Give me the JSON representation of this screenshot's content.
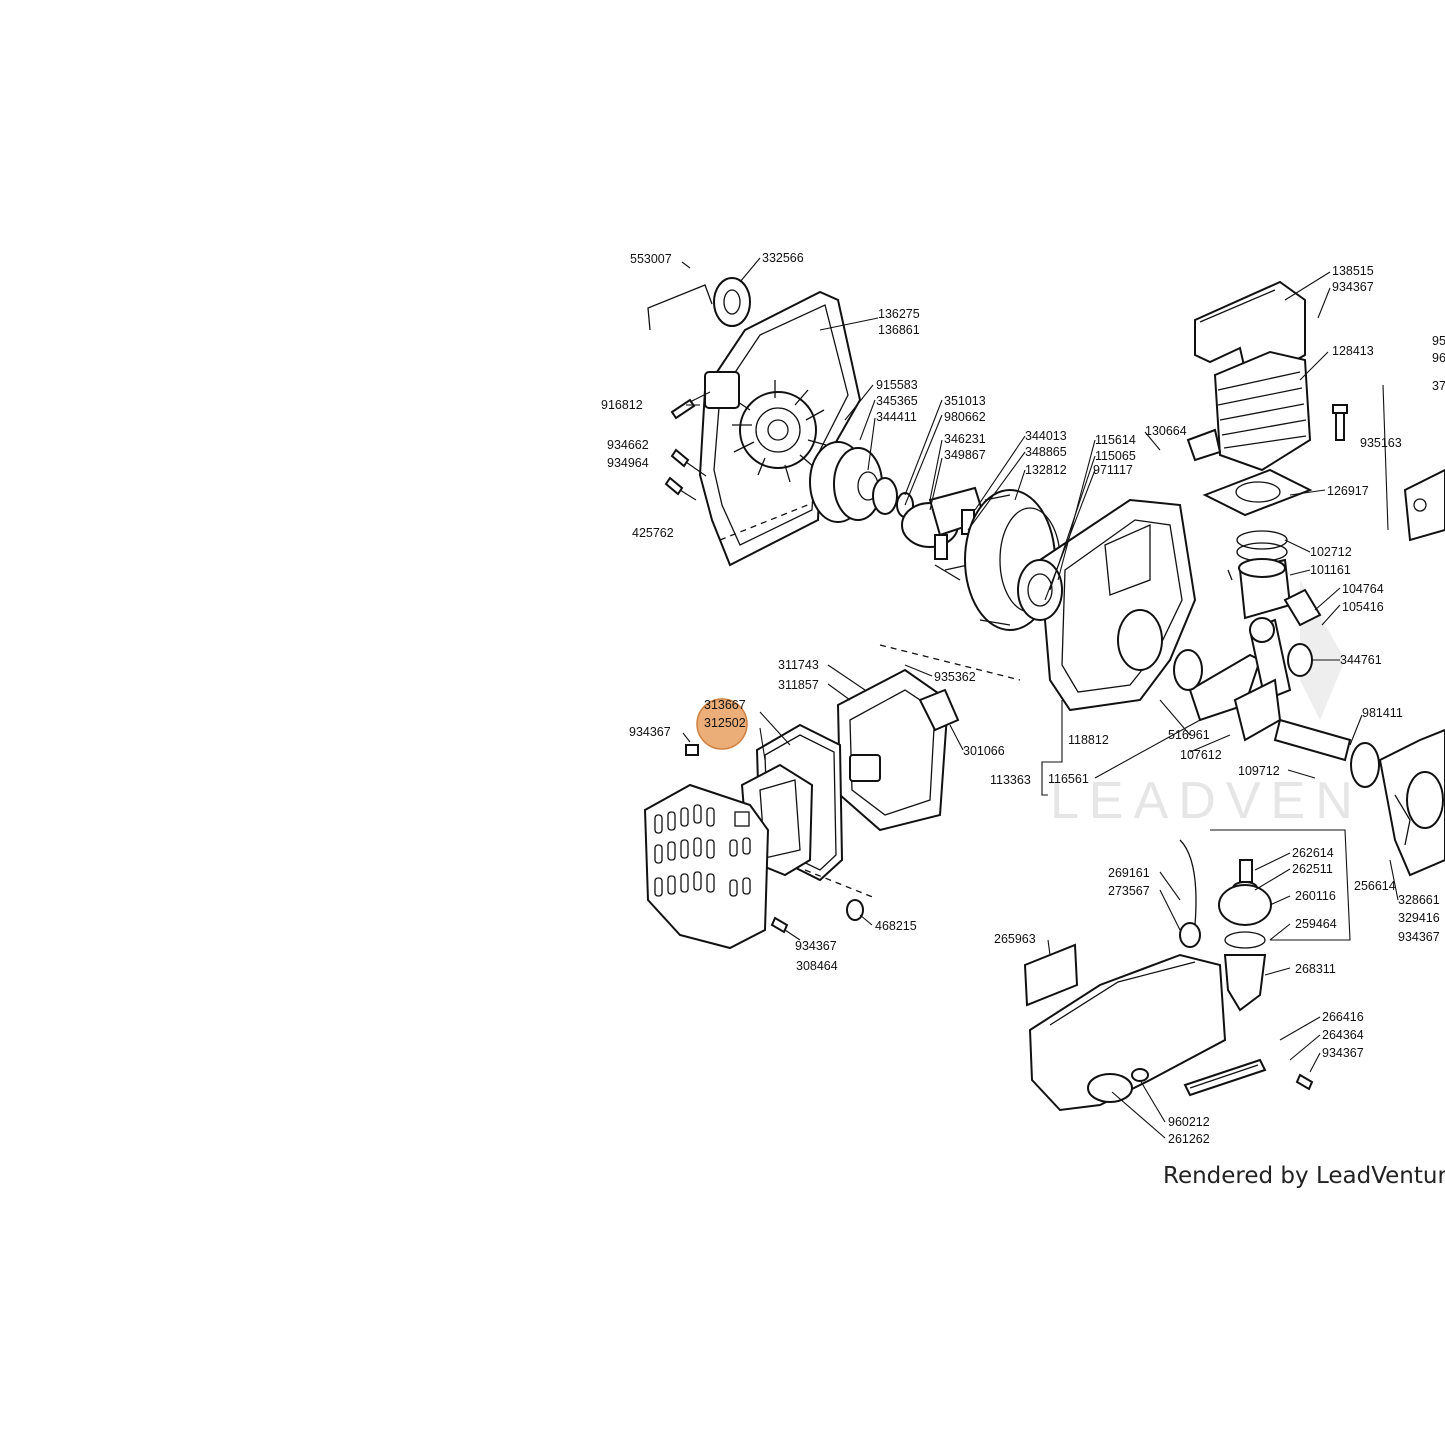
{
  "diagram": {
    "labels": {
      "p553007": "553007",
      "p332566": "332566",
      "p136275": "136275",
      "p136861": "136861",
      "p916812": "916812",
      "p934662": "934662",
      "p934964": "934964",
      "p425762": "425762",
      "p915583": "915583",
      "p345365": "345365",
      "p344411": "344411",
      "p351013": "351013",
      "p980662": "980662",
      "p346231": "346231",
      "p349867": "349867",
      "p344013": "344013",
      "p348865": "348865",
      "p132812": "132812",
      "p115614": "115614",
      "p115065": "115065",
      "p971117": "971117",
      "p130664": "130664",
      "p138515": "138515",
      "p934367_top": "934367",
      "p128413": "128413",
      "p935163": "935163",
      "p126917": "126917",
      "p102712": "102712",
      "p101161": "101161",
      "p104764": "104764",
      "p105416": "105416",
      "p344761": "344761",
      "p981411": "981411",
      "p311743": "311743",
      "p311857": "311857",
      "p935362": "935362",
      "p313667": "313667",
      "p312502": "312502",
      "p934367_left": "934367",
      "p301066": "301066",
      "p118812": "118812",
      "p516961": "516961",
      "p107612": "107612",
      "p113363": "113363",
      "p116561": "116561",
      "p109712": "109712",
      "p269161": "269161",
      "p273567": "273567",
      "p262614": "262614",
      "p262511": "262511",
      "p260116": "260116",
      "p256614": "256614",
      "p259464": "259464",
      "p328661": "328661",
      "p329416": "329416",
      "p934367_right": "934367",
      "p268311": "268311",
      "p265963": "265963",
      "p266416": "266416",
      "p264364": "264364",
      "p934367_lower": "934367",
      "p960212": "960212",
      "p261262": "261262",
      "p934367_muffler": "934367",
      "p308464": "308464",
      "p468215": "468215",
      "edge95": "95",
      "edge96": "96",
      "edge37": "37"
    },
    "watermark": "LEADVEN",
    "credit": "Rendered by LeadVenture, In",
    "highlight_color": "#e8a060"
  }
}
